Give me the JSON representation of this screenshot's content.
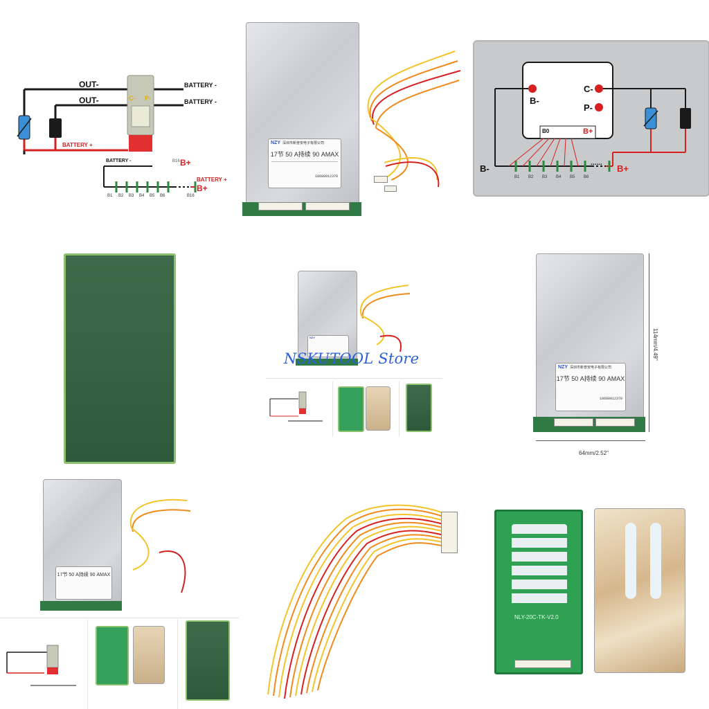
{
  "wiring1": {
    "out_minus_1": "OUT-",
    "out_minus_2": "OUT-",
    "battery_minus_1": "BATTERY -",
    "battery_minus_2": "BATTERY -",
    "battery_plus_left": "BATTERY +",
    "battery_plus_right": "BATTERY +",
    "battery_minus_bottom": "BATTERY -",
    "c_minus": "C-",
    "p_minus": "P-",
    "b16": "B16",
    "b_plus_1": "B+",
    "b_plus_2": "B+",
    "cells": [
      "B1",
      "B2",
      "B3",
      "B4",
      "B5",
      "B6",
      "B16"
    ]
  },
  "board_label": {
    "company": "深圳市新普安电子有限公司",
    "logo": "NZY",
    "spec": "17节 50 A持续 90 AMAX",
    "phone": "18680012370"
  },
  "wiring2": {
    "b_minus_top": "B-",
    "c_minus": "C-",
    "p_minus": "P-",
    "b_minus_bottom": "B-",
    "b_plus_chip": "B+",
    "b_plus_bottom": "B+",
    "b0": "B0",
    "cells": [
      "B1",
      "B2",
      "B3",
      "B4",
      "B5",
      "B6"
    ],
    "dots": "......"
  },
  "dimensions": {
    "height": "114mm/4.49''",
    "width": "64mm/2.52''"
  },
  "watermark": "NSKUTOOL Store",
  "pcb_marking": "NLY-20C-TK-V2.0",
  "colors": {
    "wire_black": "#1a1a1a",
    "wire_red": "#d62020",
    "wire_orange": "#f08a1c",
    "wire_yellow": "#f2c428",
    "pcb_green": "#2f7a45",
    "diagram_bg": "#c9cacc",
    "watermark_blue": "#2b5fd8"
  }
}
